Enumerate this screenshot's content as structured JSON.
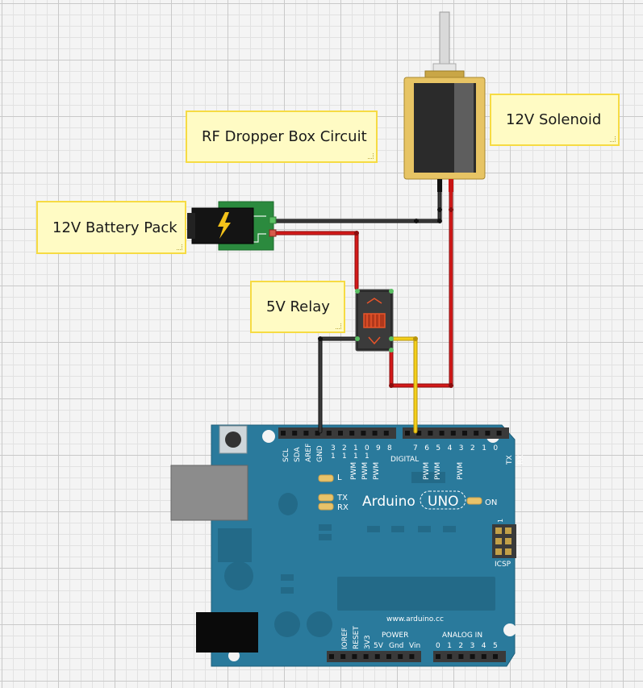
{
  "notes": {
    "rf_dropper": "RF Dropper Box Circuit",
    "solenoid": "12V Solenoid",
    "battery": "12V Battery Pack",
    "relay": "5V Relay"
  },
  "arduino": {
    "brand": "Arduino",
    "model": "UNO",
    "on_label": "ON",
    "l_label": "L",
    "tx_label": "TX",
    "rx_label": "RX",
    "digital_label": "DIGITAL",
    "icsp_label": "ICSP",
    "icsp_pin1": "1",
    "url": "www.arduino.cc",
    "power_label": "POWER",
    "analog_label": "ANALOG IN",
    "top_header_left": [
      "SCL",
      "SDA",
      "AREF",
      "GND"
    ],
    "digital_high": [
      "13",
      "12",
      "11",
      "10",
      "9",
      "8"
    ],
    "digital_low": [
      "7",
      "6",
      "5",
      "4",
      "3",
      "2",
      "1",
      "0"
    ],
    "pwm_label": "PWM",
    "tx_pin": "TX",
    "rx_pin": "RX",
    "power_pins": [
      "IOREF",
      "RESET",
      "3V3",
      "5V",
      "Gnd",
      "Vin"
    ],
    "analog_pins": [
      "0",
      "1",
      "2",
      "3",
      "4",
      "5"
    ]
  },
  "colors": {
    "board": "#2a7a9c",
    "wire_black": "#222222",
    "wire_red": "#c81414",
    "wire_yellow": "#f4cf1a",
    "note_bg": "#fffbc4"
  },
  "icons": {
    "battery": "lightning-bolt-icon"
  }
}
